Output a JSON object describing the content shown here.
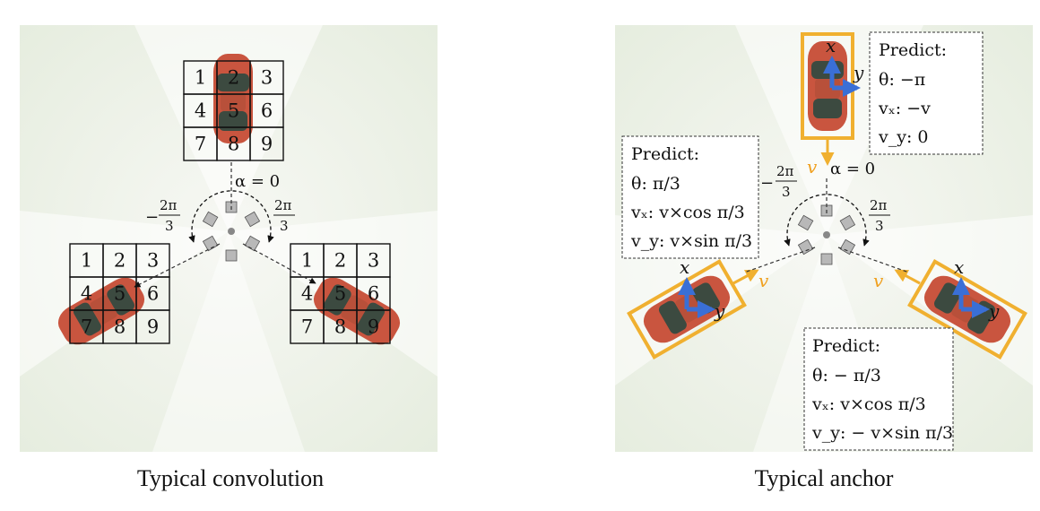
{
  "left_panel": {
    "caption": "Typical convolution",
    "grid_numbers": [
      "1",
      "2",
      "3",
      "4",
      "5",
      "6",
      "7",
      "8",
      "9"
    ],
    "alpha_label": "α = 0",
    "angle_left": {
      "sign": "−",
      "num": "2π",
      "den": "3"
    },
    "angle_right": {
      "num": "2π",
      "den": "3"
    }
  },
  "right_panel": {
    "caption": "Typical anchor",
    "alpha_label": "α = 0",
    "angle_left": {
      "sign": "−",
      "num": "2π",
      "den": "3"
    },
    "angle_right": {
      "num": "2π",
      "den": "3"
    },
    "axis_x": "x",
    "axis_y": "y",
    "velocity": "v",
    "predict_top": {
      "title": "Predict:",
      "theta": "θ: −π",
      "vx": "vₓ: −v",
      "vy": "v_y: 0"
    },
    "predict_left": {
      "title": "Predict:",
      "theta": "θ: π/3",
      "vx": "vₓ: v×cos π/3",
      "vy": "v_y: v×sin π/3"
    },
    "predict_right": {
      "title": "Predict:",
      "theta": "θ: − π/3",
      "vx": "vₓ: v×cos π/3",
      "vy": "v_y: − v×sin π/3"
    }
  },
  "colors": {
    "panel_bg": "#eef2ea",
    "car": "#c9553f",
    "anchor_box": "#f0b030",
    "axis_arrow": "#3a6fd6"
  }
}
